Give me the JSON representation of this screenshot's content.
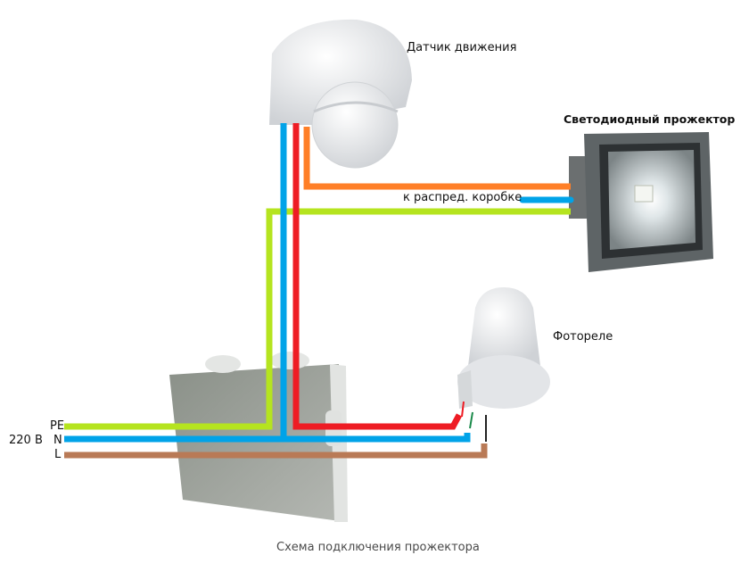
{
  "labels": {
    "motion_sensor": "Датчик движения",
    "floodlight": "Светодиодный прожектор",
    "to_box": "к распред. коробке",
    "photorelay": "Фотореле",
    "voltage": "220 В",
    "pe": "PE",
    "n": "N",
    "l": "L"
  },
  "caption": "Схема подключения прожектора",
  "colors": {
    "pe": "#b5e41f",
    "n": "#00a3e8",
    "l": "#b97a56",
    "phase_red": "#ee1c24",
    "load_orange": "#ff7f27"
  }
}
